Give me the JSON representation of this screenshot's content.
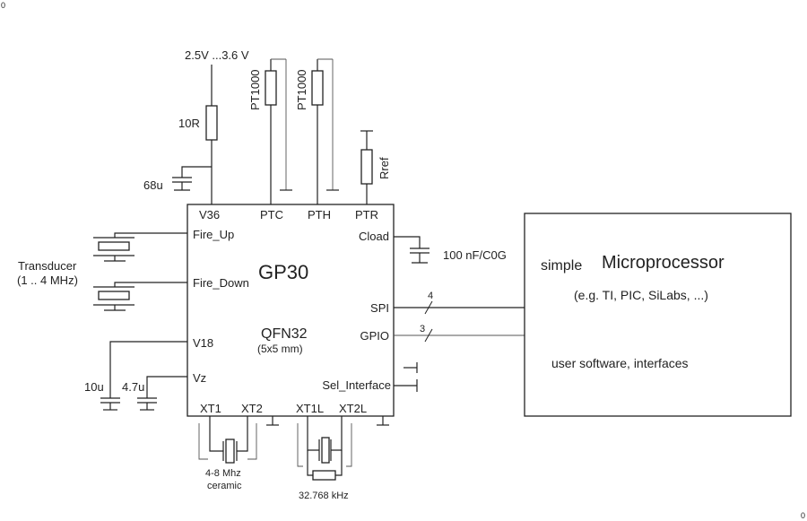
{
  "corner_marks": {
    "top_left": "0",
    "bottom_right": "0"
  },
  "supply": {
    "voltage": "2.5V ...3.6 V",
    "resistor": "10R",
    "capacitor": "68u"
  },
  "sensors": {
    "pt_cold": "PT1000",
    "pt_hot": "PT1000",
    "reference": "Rref"
  },
  "chip": {
    "name": "GP30",
    "package": "QFN32",
    "package_size": "(5x5 mm)",
    "pins": {
      "v36": "V36",
      "ptc": "PTC",
      "pth": "PTH",
      "ptr": "PTR",
      "fire_up": "Fire_Up",
      "fire_down": "Fire_Down",
      "v18": "V18",
      "vz": "Vz",
      "cload": "Cload",
      "spi": "SPI",
      "gpio": "GPIO",
      "sel_interface": "Sel_Interface",
      "xt1": "XT1",
      "xt2": "XT2",
      "xt1l": "XT1L",
      "xt2l": "XT2L"
    }
  },
  "transducer": {
    "label": "Transducer",
    "range": "(1 .. 4 MHz)"
  },
  "caps": {
    "c_v18": "10u",
    "c_vz": "4.7u",
    "c_load": "100 nF/C0G"
  },
  "bus": {
    "spi_width": "4",
    "gpio_width": "3"
  },
  "crystals": {
    "hf_line1": "4-8 Mhz",
    "hf_line2": "ceramic",
    "lf": "32.768 kHz"
  },
  "mcu": {
    "prefix": "simple",
    "title": "Microprocessor",
    "examples": "(e.g. TI, PIC, SiLabs, ...)",
    "software": "user software, interfaces"
  }
}
